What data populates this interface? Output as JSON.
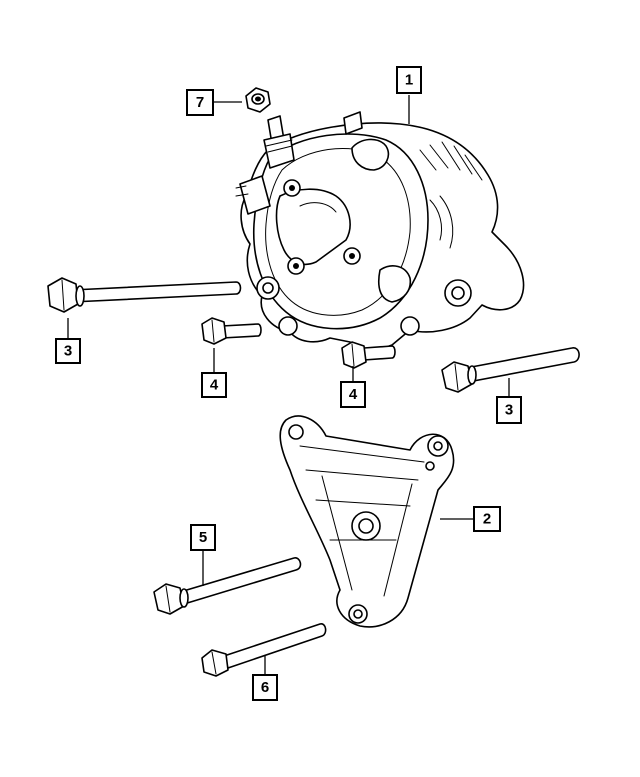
{
  "callouts": [
    {
      "id": "1",
      "label": "1",
      "part": "alternator"
    },
    {
      "id": "2",
      "label": "2",
      "part": "mounting-bracket"
    },
    {
      "id": "3a",
      "label": "3",
      "part": "long-bolt-left"
    },
    {
      "id": "3b",
      "label": "3",
      "part": "long-bolt-right"
    },
    {
      "id": "4a",
      "label": "4",
      "part": "short-bolt-left"
    },
    {
      "id": "4b",
      "label": "4",
      "part": "short-bolt-right"
    },
    {
      "id": "5",
      "label": "5",
      "part": "bracket-bolt-upper"
    },
    {
      "id": "6",
      "label": "6",
      "part": "bracket-bolt-lower"
    },
    {
      "id": "7",
      "label": "7",
      "part": "terminal-nut"
    }
  ]
}
